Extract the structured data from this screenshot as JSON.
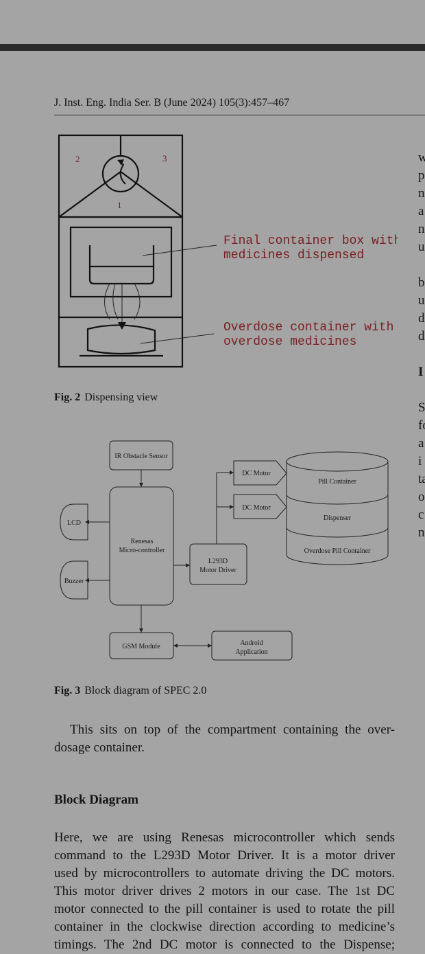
{
  "running_head": "J. Inst. Eng. India Ser. B (June 2024) 105(3):457–467",
  "figure2": {
    "numbers": [
      "2",
      "3",
      "1"
    ],
    "annotations": [
      [
        "Final container box with",
        "medicines dispensed"
      ],
      [
        "Overdose container with",
        "overdose medicines"
      ]
    ],
    "caption_label": "Fig. 2",
    "caption_text": "Dispensing view"
  },
  "figure3": {
    "blocks": {
      "ir_sensor": "IR Obstacle Sensor",
      "microcontroller": [
        "Renesas",
        "Micro-controller"
      ],
      "lcd": "LCD",
      "buzzer": "Buzzer",
      "dc_motor_1": "DC Motor",
      "dc_motor_2": "DC Motor",
      "motor_driver": [
        "L293D",
        "Motor Driver"
      ],
      "gsm": "GSM Module",
      "android": [
        "Android",
        "Application"
      ],
      "pill_container": "Pill Container",
      "dispenser": "Dispenser",
      "overdose_container": "Overdose Pill Container"
    },
    "caption_label": "Fig. 3",
    "caption_text": "Block diagram of SPEC 2.0"
  },
  "para1": [
    "This sits on top of the compartment containing the over-",
    "dosage container."
  ],
  "heading": "Block Diagram",
  "para2": [
    "Here, we are using Renesas microcontroller which sends",
    "command to the L293D Motor Driver. It is a motor driver",
    "used by microcontrollers to automate driving the DC motors.",
    "This motor driver drives 2 motors in our case. The 1st DC",
    "motor connected to the pill container is used to rotate the pill",
    "container in the clockwise direction according to medicine’s",
    "timings. The 2nd DC motor is connected to the Dispense;"
  ],
  "right_column_fragments": [
    "w",
    "p",
    "n",
    "a",
    "n",
    "u",
    "b",
    "u",
    "d",
    "d",
    "I",
    "S",
    "fo",
    "a",
    "i",
    "ta",
    "o",
    "c",
    "n"
  ]
}
